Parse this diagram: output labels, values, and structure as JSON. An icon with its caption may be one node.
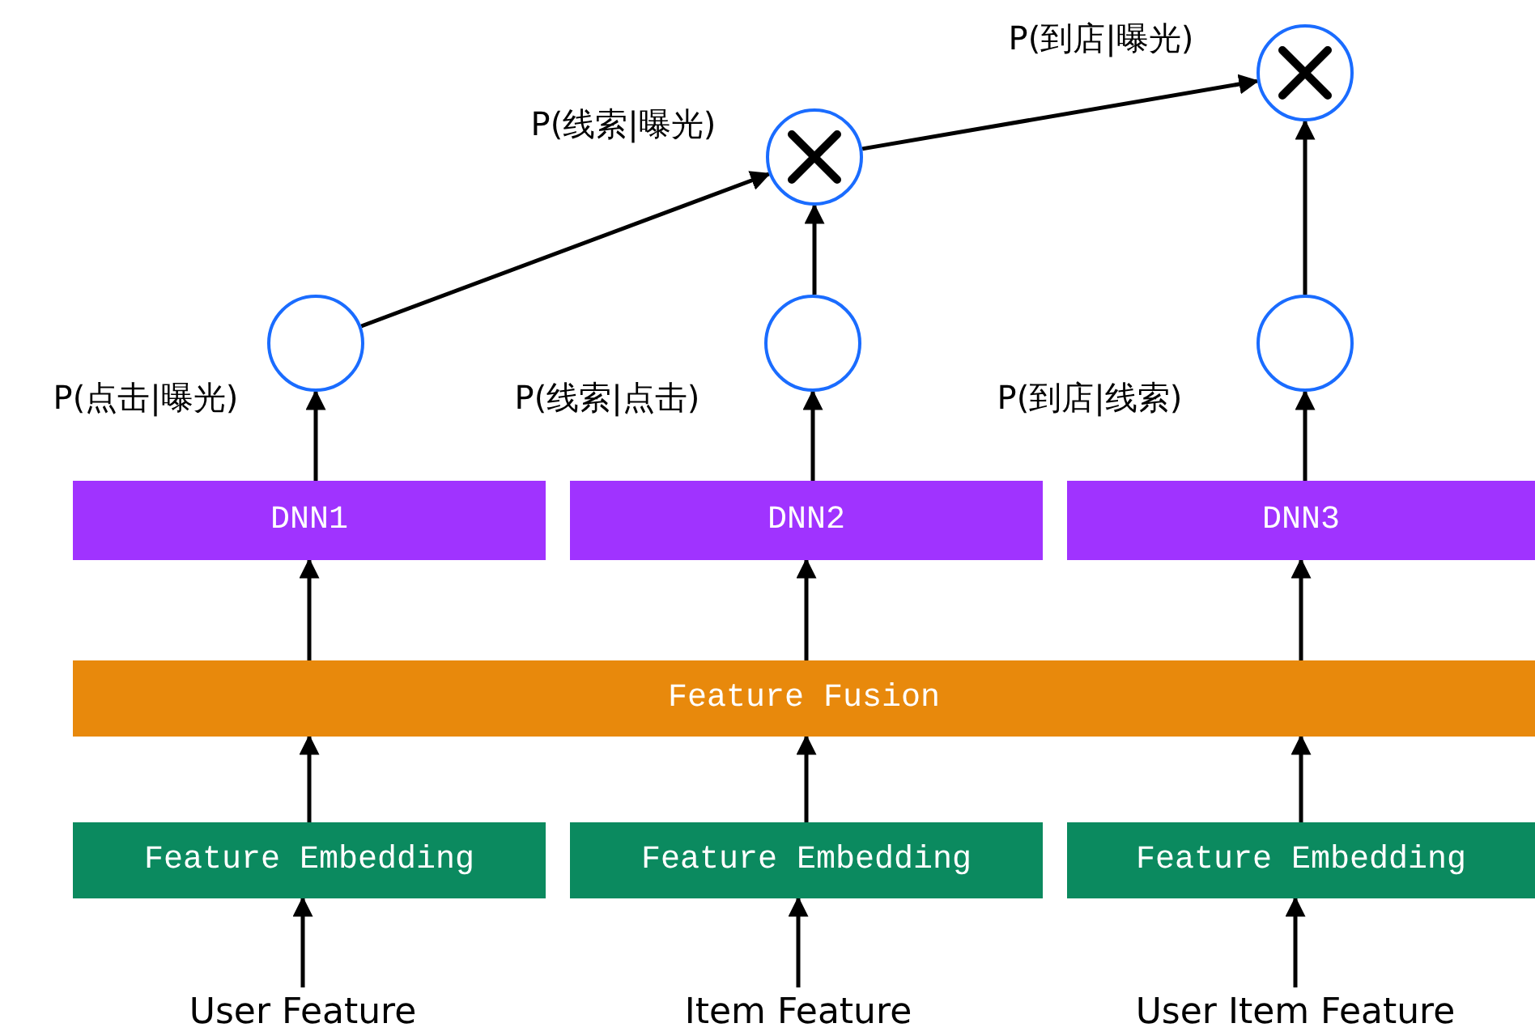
{
  "diagram": {
    "nodes": [
      {
        "text": [],
        "shape": "circle",
        "beside": [
          "P(到店|曝光)"
        ]
      },
      {
        "text": [],
        "shape": "circle",
        "beside": [
          "P(线索|曝光)"
        ]
      },
      {
        "text": [],
        "shape": "circle",
        "beside": [
          "P(点击|曝光)"
        ]
      },
      {
        "text": [],
        "shape": "circle",
        "beside": [
          "P(线索|点击)"
        ]
      },
      {
        "text": [],
        "shape": "circle",
        "beside": [
          "P(到店|线索)"
        ]
      },
      {
        "text": [
          "DNN1"
        ]
      },
      {
        "text": [
          "DNN2"
        ]
      },
      {
        "text": [
          "DNN3"
        ]
      },
      {
        "text": [
          "Feature Fusion"
        ]
      },
      {
        "text": [
          "Feature Embedding"
        ]
      },
      {
        "text": [
          "Feature Embedding"
        ]
      },
      {
        "text": [
          "Feature Embedding"
        ]
      },
      {
        "text": [
          "User Feature"
        ]
      },
      {
        "text": [
          "Item Feature"
        ]
      },
      {
        "text": [
          "User Item Feature"
        ]
      }
    ],
    "edges": [
      {
        "from": 12,
        "to": 9,
        "arrow": "to"
      },
      {
        "from": 13,
        "to": 10,
        "arrow": "to"
      },
      {
        "from": 14,
        "to": 11,
        "arrow": "to"
      },
      {
        "from": 9,
        "to": 8,
        "arrow": "to"
      },
      {
        "from": 10,
        "to": 8,
        "arrow": "to"
      },
      {
        "from": 11,
        "to": 8,
        "arrow": "to"
      },
      {
        "from": 8,
        "to": 5,
        "arrow": "to"
      },
      {
        "from": 8,
        "to": 6,
        "arrow": "to"
      },
      {
        "from": 8,
        "to": 7,
        "arrow": "to"
      },
      {
        "from": 5,
        "to": 2,
        "arrow": "to"
      },
      {
        "from": 6,
        "to": 3,
        "arrow": "to"
      },
      {
        "from": 7,
        "to": 4,
        "arrow": "to"
      },
      {
        "from": 2,
        "to": 1,
        "arrow": "to"
      },
      {
        "from": 3,
        "to": 1,
        "arrow": "to"
      },
      {
        "from": 1,
        "to": 0,
        "arrow": "to"
      },
      {
        "from": 4,
        "to": 0,
        "arrow": "to"
      }
    ]
  }
}
